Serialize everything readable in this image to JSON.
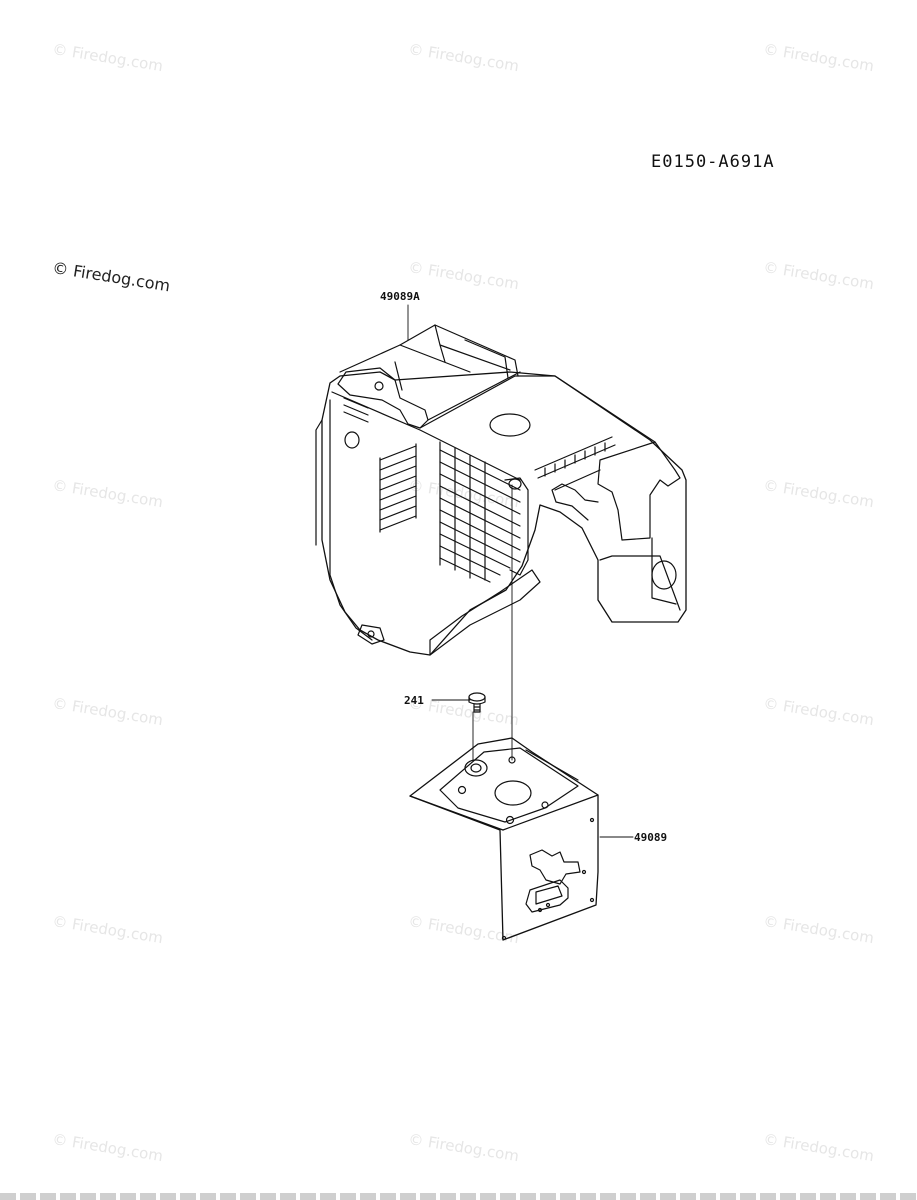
{
  "header": {
    "diagram_code": "E0150-A691A"
  },
  "brand_mark": "© Firedog.com",
  "watermark": {
    "text": "© Firedog.com"
  },
  "parts": {
    "cover_label": "49089A",
    "screw_label": "241",
    "plate_label": "49089"
  }
}
